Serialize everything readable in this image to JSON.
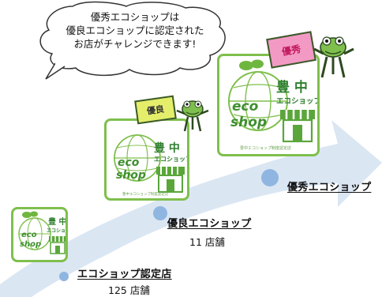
{
  "bubble": {
    "line1": "優秀エコショップは",
    "line2": "優良エコショップに認定された",
    "line3": "お店がチャレンジできます!"
  },
  "tiers": [
    {
      "label": "エコショップ認定店",
      "count": "125 店舗"
    },
    {
      "label": "優良エコショップ",
      "count": "11 店舗"
    },
    {
      "label": "優秀エコショップ"
    }
  ],
  "logo": {
    "eco": "eco",
    "shop": "shop",
    "city_a": "豊",
    "city_b": "中",
    "sub": "エコショップ",
    "footer": "豊中エコショップ制度認定店"
  },
  "ribbons": {
    "good": "優良",
    "excellent": "優秀"
  },
  "colors": {
    "logo_green": "#7fbf4d",
    "text_green": "#2f7f2f",
    "arrow_blue": "#dbe6f3",
    "dot_blue": "#8fb6e0",
    "ribbon_yellow": "#e4ee6a",
    "ribbon_pink": "#f29ac4"
  }
}
